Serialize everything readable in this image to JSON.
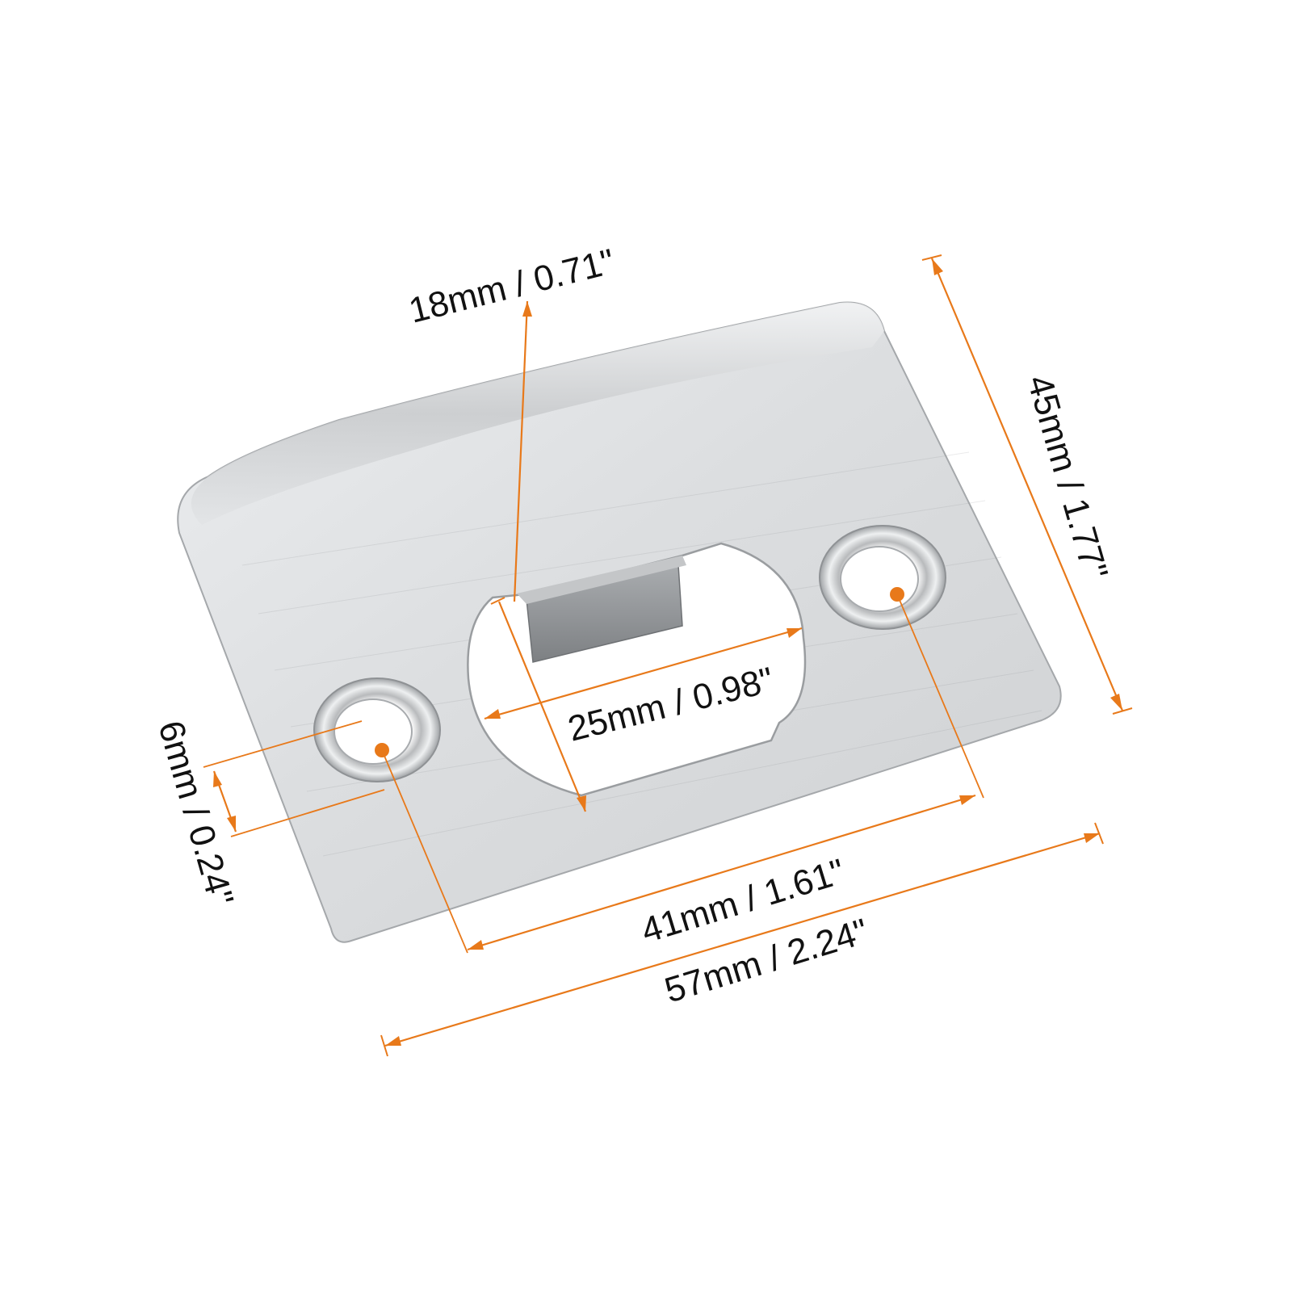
{
  "diagram": {
    "subject": "strike-plate",
    "accent_color": "#e8791a",
    "plate_color": "#d9dbdd",
    "dimensions": {
      "opening_height": "18mm / 0.71\"",
      "opening_width": "25mm / 0.98\"",
      "plate_height": "45mm / 1.77\"",
      "hole_diameter": "6mm / 0.24\"",
      "hole_spacing": "41mm / 1.61\"",
      "plate_width": "57mm / 2.24\""
    }
  }
}
